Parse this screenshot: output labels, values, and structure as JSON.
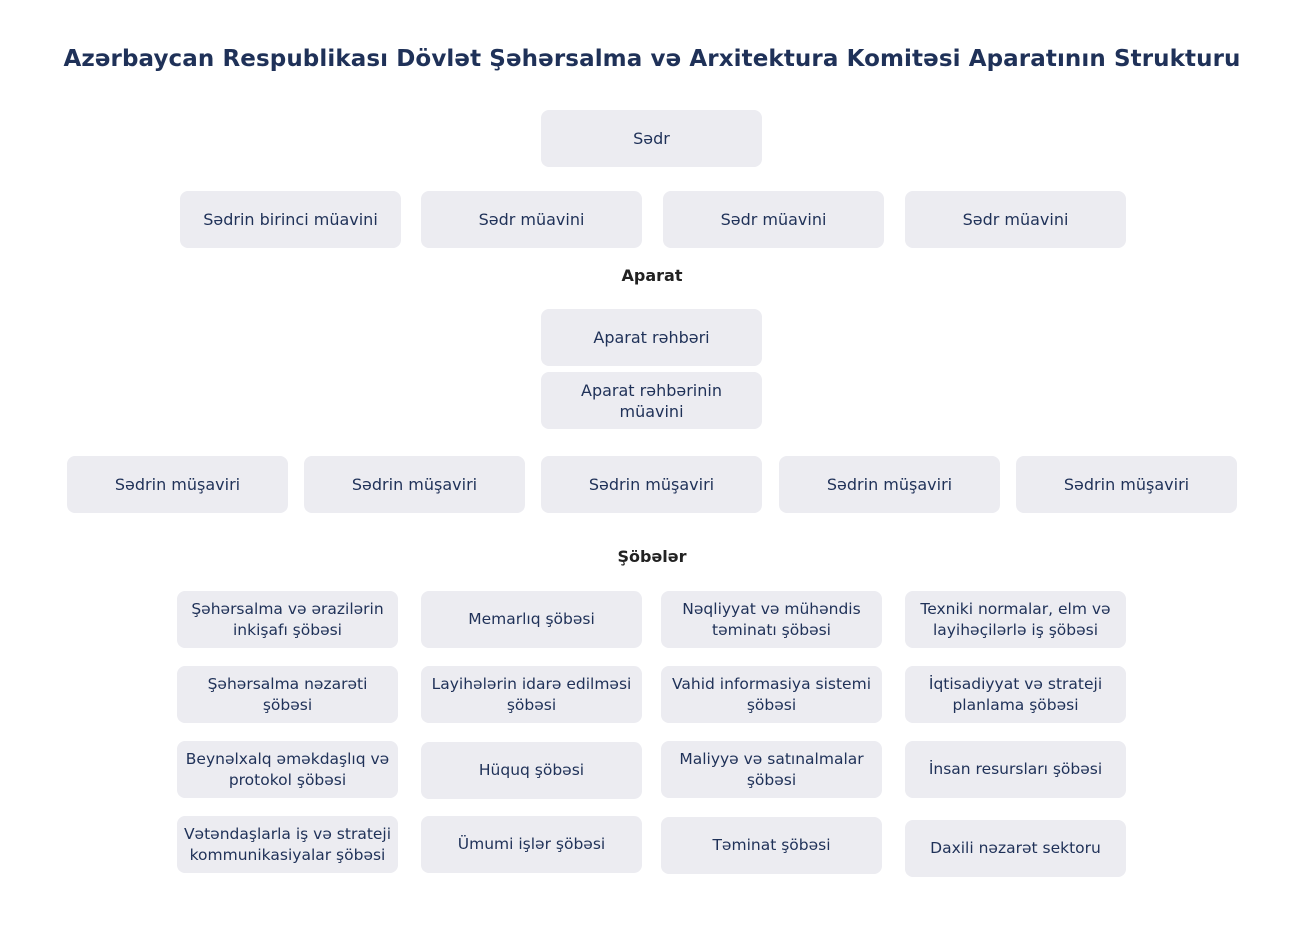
{
  "title": "Azərbaycan Respublikası Dövlət Şəhərsalma və Arxitektura Komitəsi Aparatının Strukturu",
  "chairman": "Sədr",
  "deputies": [
    "Sədrin birinci müavini",
    "Sədr müavini",
    "Sədr müavini",
    "Sədr müavini"
  ],
  "aparat_label": "Aparat",
  "aparat_head": "Aparat rəhbəri",
  "aparat_deputy": "Aparat rəhbərinin müavini",
  "advisors": [
    "Sədrin müşaviri",
    "Sədrin müşaviri",
    "Sədrin müşaviri",
    "Sədrin müşaviri",
    "Sədrin müşaviri"
  ],
  "departments_label": "Şöbələr",
  "departments": [
    "Şəhərsalma və ərazilərin inkişafı şöbəsi",
    "Memarlıq şöbəsi",
    "Nəqliyyat və mühəndis təminatı şöbəsi",
    "Texniki normalar, elm və layihəçilərlə iş şöbəsi",
    "Şəhərsalma nəzarəti şöbəsi",
    "Layihələrin idarə edilməsi şöbəsi",
    "Vahid informasiya sistemi şöbəsi",
    "İqtisadiyyat və strateji planlama şöbəsi",
    "Beynəlxalq əməkdaşlıq və protokol şöbəsi",
    "Hüquq şöbəsi",
    "Maliyyə və satınalmalar şöbəsi",
    "İnsan resursları şöbəsi",
    "Vətəndaşlarla iş və strateji kommunikasiyalar şöbəsi",
    "Ümumi işlər şöbəsi",
    "Təminat şöbəsi",
    "Daxili nəzarət sektoru"
  ]
}
